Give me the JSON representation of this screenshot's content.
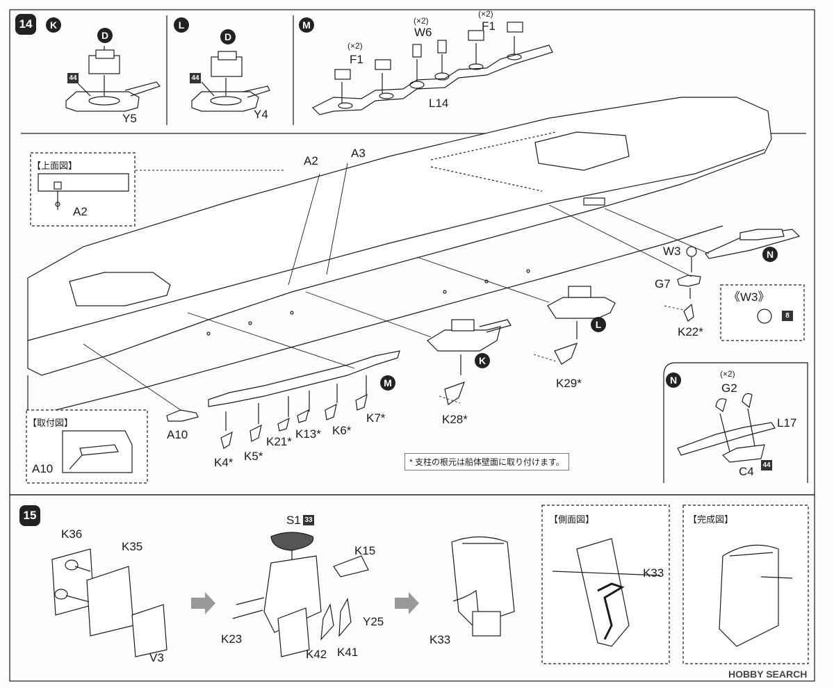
{
  "steps": {
    "step14": "14",
    "step15": "15"
  },
  "subassemblies": {
    "k": "K",
    "l": "L",
    "m": "M",
    "n": "N",
    "d": "D"
  },
  "badges": {
    "b44": "44",
    "b8": "8",
    "b33": "33"
  },
  "multipliers": {
    "x2": "(×2)"
  },
  "parts": {
    "y5": "Y5",
    "y4": "Y4",
    "f1": "F1",
    "w6": "W6",
    "l14": "L14",
    "a2": "A2",
    "a3": "A3",
    "a10": "A10",
    "w3": "W3",
    "w3_detail": "《W3》",
    "g7": "G7",
    "k22": "K22*",
    "k29": "K29*",
    "k28": "K28*",
    "k4": "K4*",
    "k5": "K5*",
    "k21": "K21*",
    "k13": "K13*",
    "k6": "K6*",
    "k7": "K7*",
    "g2": "G2",
    "l17": "L17",
    "c4": "C4",
    "k36": "K36",
    "k35": "K35",
    "v3": "V3",
    "s1": "S1",
    "k15": "K15",
    "k23": "K23",
    "k42": "K42",
    "k41": "K41",
    "y25": "Y25",
    "k33": "K33"
  },
  "captions": {
    "top_view": "【上面図】",
    "mount_view": "【取付図】",
    "side_view": "【側面図】",
    "complete_view": "【完成図】"
  },
  "note": "* 支柱の根元は船体壁面に取り付けます。",
  "watermark": "HOBBY SEARCH",
  "colors": {
    "ink": "#1a1a1a",
    "paper": "#fdfdfb",
    "shadow": "#555555",
    "arrow_gray": "#9a9a9a"
  }
}
